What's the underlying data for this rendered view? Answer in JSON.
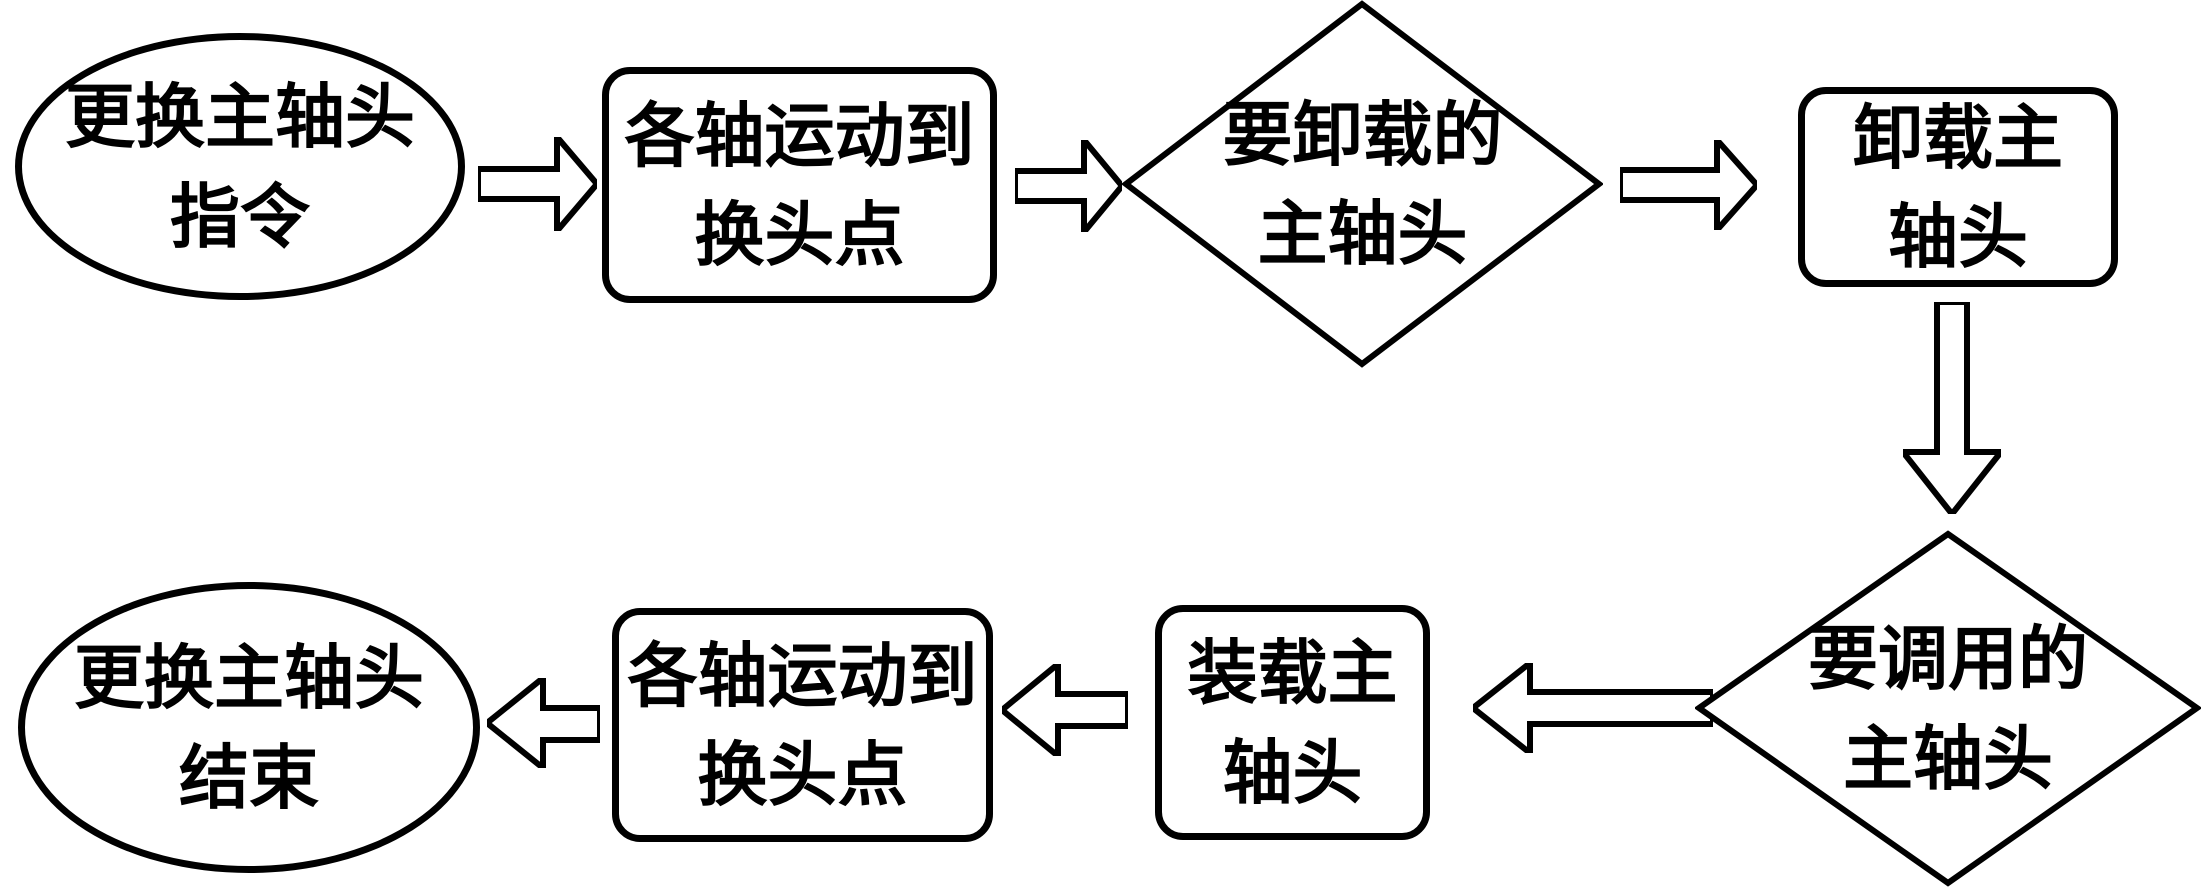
{
  "flowchart": {
    "background_color": "#ffffff",
    "line_color": "#000000",
    "nodes": {
      "start": {
        "shape": "ellipse",
        "label": "更换主轴头\n指令"
      },
      "axes_move_1": {
        "shape": "rounded-rect",
        "label": "各轴运动到\n换头点"
      },
      "unload_decision": {
        "shape": "diamond",
        "label": "要卸载的\n主轴头"
      },
      "unload": {
        "shape": "rounded-rect",
        "label": "卸载主\n轴头"
      },
      "call_decision": {
        "shape": "diamond",
        "label": "要调用的\n主轴头"
      },
      "load": {
        "shape": "rounded-rect",
        "label": "装载主\n轴头"
      },
      "axes_move_2": {
        "shape": "rounded-rect",
        "label": "各轴运动到\n换头点"
      },
      "end": {
        "shape": "ellipse",
        "label": "更换主轴头\n结束"
      }
    },
    "edges": [
      {
        "from": "start",
        "to": "axes_move_1",
        "direction": "right"
      },
      {
        "from": "axes_move_1",
        "to": "unload_decision",
        "direction": "right"
      },
      {
        "from": "unload_decision",
        "to": "unload",
        "direction": "right"
      },
      {
        "from": "unload",
        "to": "call_decision",
        "direction": "down"
      },
      {
        "from": "call_decision",
        "to": "load",
        "direction": "left"
      },
      {
        "from": "load",
        "to": "axes_move_2",
        "direction": "left"
      },
      {
        "from": "axes_move_2",
        "to": "end",
        "direction": "left"
      }
    ]
  }
}
